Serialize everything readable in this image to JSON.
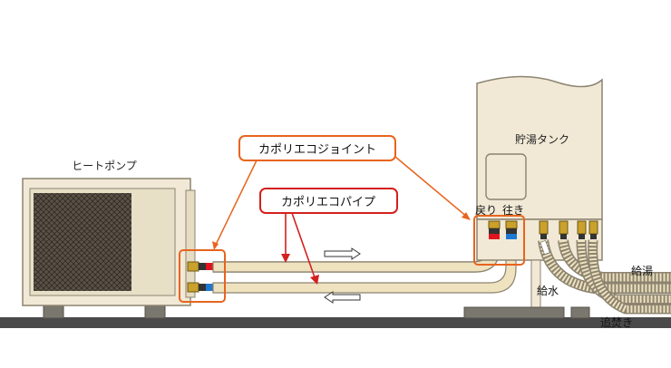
{
  "labels": {
    "heat_pump": "ヒートポンプ",
    "tank": "貯湯タンク",
    "joint_callout": "カポリエコジョイント",
    "pipe_callout": "カポリエコパイプ",
    "return": "戻り",
    "supply": "往き",
    "water_supply": "給水",
    "hot_water": "給湯",
    "reheat": "追焚き"
  },
  "colors": {
    "equipment_fill": "#f1e9d6",
    "equipment_stroke": "#8c8470",
    "pipe_fill": "#efe2bf",
    "callout_orange": "#e8641e",
    "callout_red": "#d4201e",
    "return_red": "#e0141e",
    "supply_blue": "#1e78d2",
    "ground": "#4a4a4a"
  },
  "icons": {
    "flow_forward": "arrow-right-outline-icon",
    "flow_back": "arrow-left-outline-icon"
  }
}
